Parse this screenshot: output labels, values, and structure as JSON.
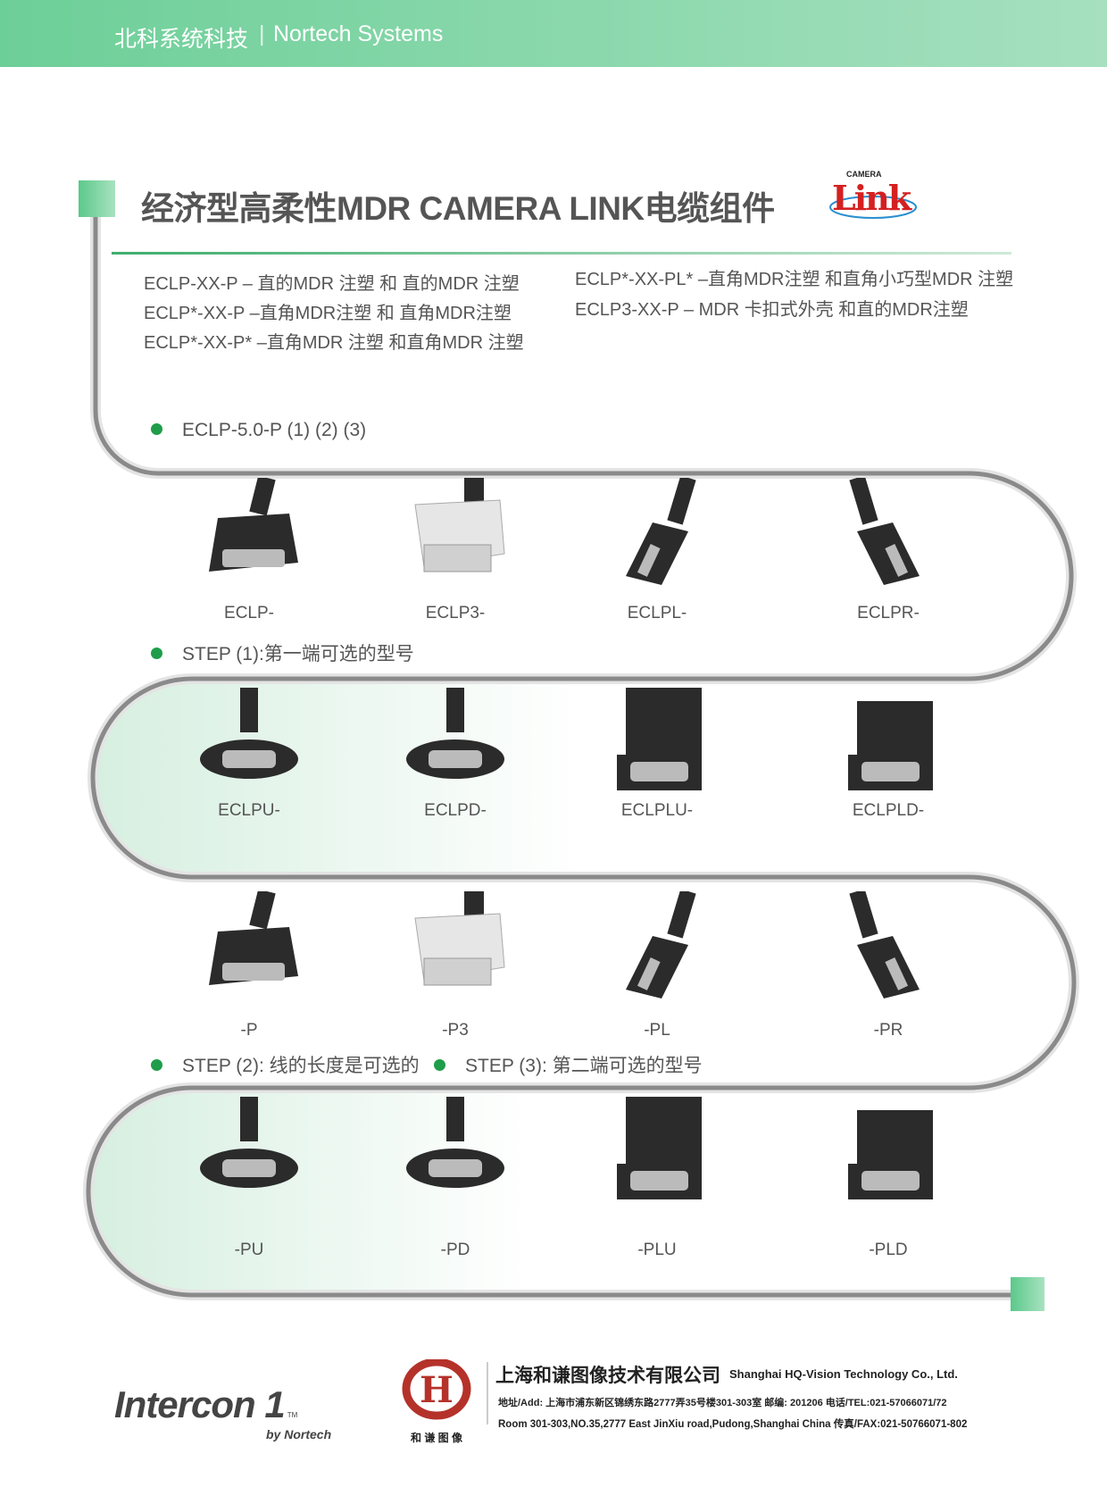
{
  "header": {
    "cn": "北科系统科技",
    "sep": "|",
    "en": "Nortech Systems"
  },
  "title": "经济型高柔性MDR CAMERA LINK电缆组件",
  "camera_link_logo": {
    "small": "CAMERA",
    "big": "Link"
  },
  "descriptions_left": [
    "ECLP-XX-P – 直的MDR 注塑 和 直的MDR 注塑",
    "ECLP*-XX-P –直角MDR注塑 和 直角MDR注塑",
    "ECLP*-XX-P* –直角MDR 注塑 和直角MDR 注塑"
  ],
  "descriptions_right": [
    "ECLP*-XX-PL* –直角MDR注塑 和直角小巧型MDR 注塑",
    "ECLP3-XX-P – MDR 卡扣式外壳 和直的MDR注塑"
  ],
  "example": "ECLP-5.0-P (1) (2) (3)",
  "step1": "STEP (1):第一端可选的型号",
  "step2": "STEP (2): 线的长度是可选的",
  "step3": "STEP (3): 第二端可选的型号",
  "rows": [
    [
      "ECLP-",
      "ECLP3-",
      "ECLPL-",
      "ECLPR-"
    ],
    [
      "ECLPU-",
      "ECLPD-",
      "ECLPLU-",
      "ECLPLD-"
    ],
    [
      "-P",
      "-P3",
      "-PL",
      "-PR"
    ],
    [
      "-PU",
      "-PD",
      "-PLU",
      "-PLD"
    ]
  ],
  "footer": {
    "intercon": "Intercon 1",
    "intercon_tm": "TM",
    "intercon_by": "by Nortech",
    "hq_logo_text": "和 谦 图 像",
    "company_cn": "上海和谦图像技术有限公司",
    "company_en": "Shanghai HQ-Vision Technology Co., Ltd.",
    "address_cn": "地址/Add:  上海市浦东新区锦绣东路2777弄35号楼301-303室 邮编:  201206 电话/TEL:021-57066071/72",
    "address_en": "Room 301-303,NO.35,2777 East JinXiu road,Pudong,Shanghai China  传真/FAX:021-50766071-802"
  }
}
